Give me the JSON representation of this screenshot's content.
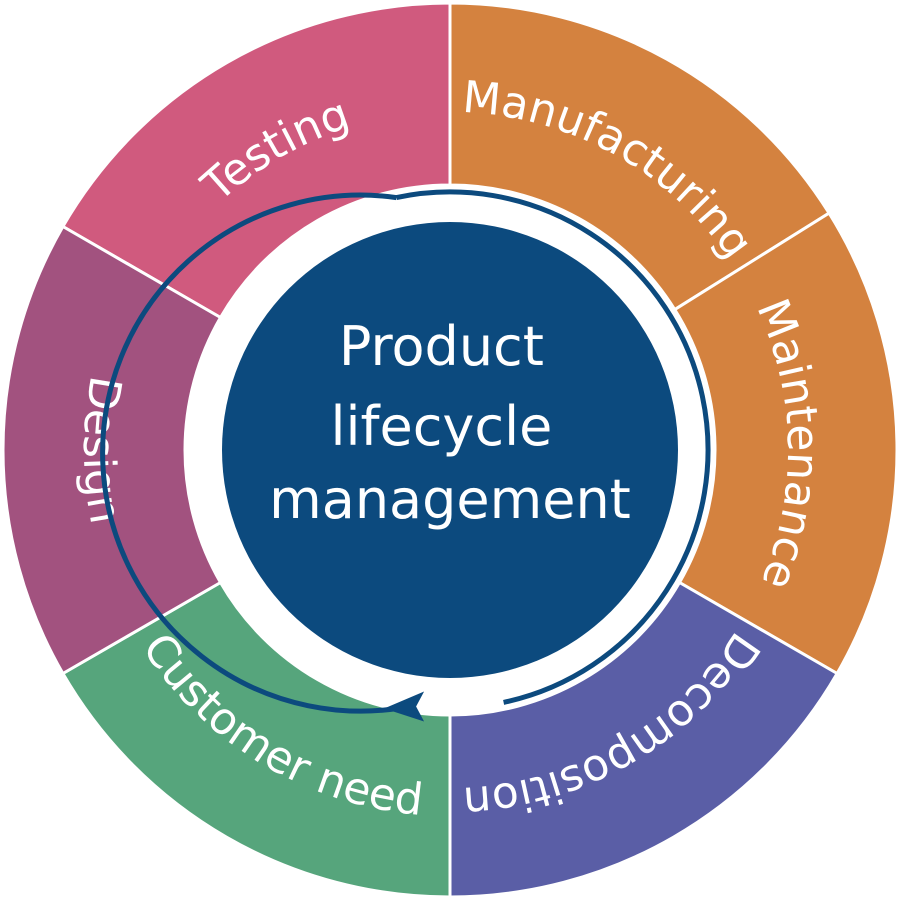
{
  "center": {
    "lines": [
      "Product",
      "lifecycle",
      "management"
    ],
    "color": "#0c4a7e"
  },
  "cycle_arrow": {
    "color": "#0c4a7e",
    "direction": "counter-clockwise"
  },
  "segments": [
    {
      "label": "Testing",
      "color": "#d05a7e"
    },
    {
      "label": "Manufacturing",
      "color": "#d4823f"
    },
    {
      "label": "Maintenance",
      "color": "#d4823f"
    },
    {
      "label": "Decomposition",
      "color": "#5a5ea6"
    },
    {
      "label": "Customer need",
      "color": "#56a57c"
    },
    {
      "label": "Design",
      "color": "#a2527f"
    }
  ]
}
